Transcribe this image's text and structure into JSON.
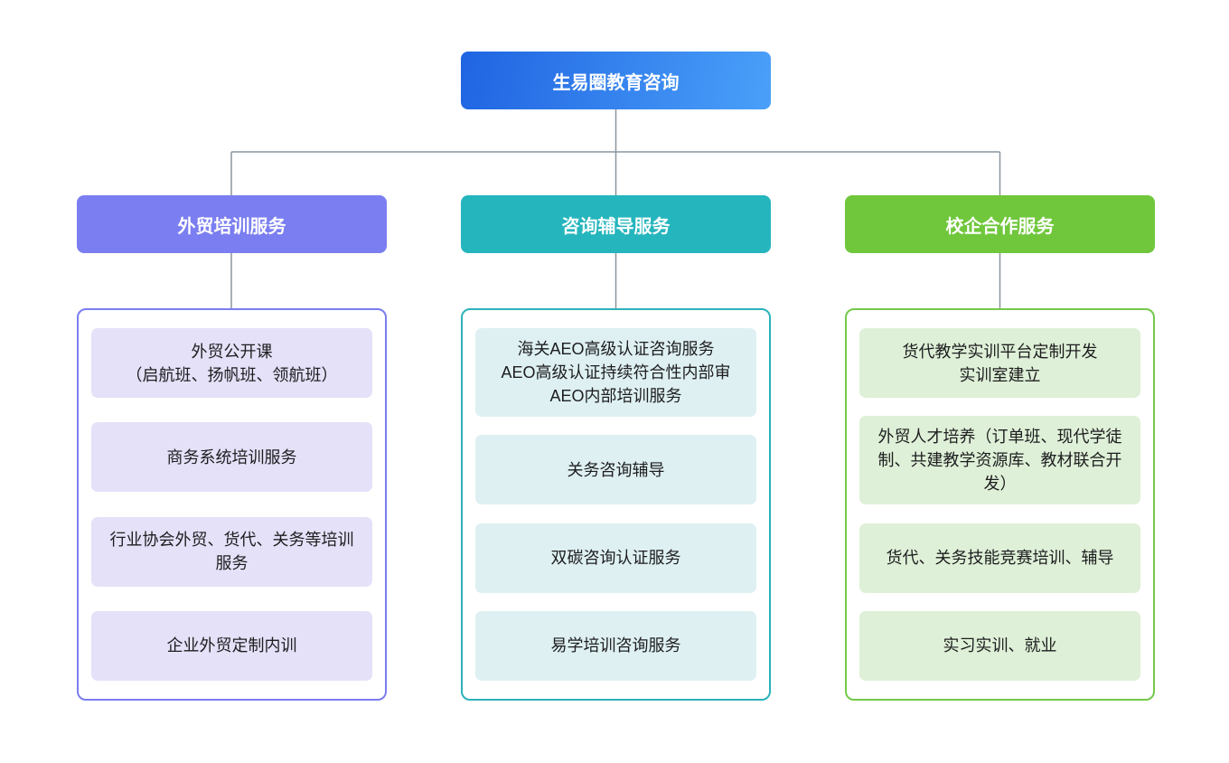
{
  "root": {
    "label": "生易圈教育咨询"
  },
  "branches": [
    {
      "label": "外贸培训服务",
      "items": [
        "外贸公开课\n（启航班、扬帆班、领航班）",
        "商务系统培训服务",
        "行业协会外贸、货代、关务等培训服务",
        "企业外贸定制内训"
      ]
    },
    {
      "label": "咨询辅导服务",
      "items": [
        "海关AEO高级认证咨询服务\nAEO高级认证持续符合性内部审\nAEO内部培训服务",
        "关务咨询辅导",
        "双碳咨询认证服务",
        "易学培训咨询服务"
      ]
    },
    {
      "label": "校企合作服务",
      "items": [
        "货代教学实训平台定制开发\n实训室建立",
        "外贸人才培养（订单班、现代学徒制、共建教学资源库、教材联合开发）",
        "货代、关务技能竞赛培训、辅导",
        "实习实训、就业"
      ]
    }
  ],
  "colors": {
    "root_gradient_start": "#2064e2",
    "root_gradient_end": "#4aa0f9",
    "branch_trade_training": "#7b7ef0",
    "branch_trade_training_light": "#e4e1f8",
    "branch_consulting": "#25b5bd",
    "branch_consulting_light": "#def0f2",
    "branch_school_enterprise": "#70c73c",
    "branch_school_enterprise_light": "#def0d7",
    "connector": "#8b959e",
    "item_text": "#1d1d1f"
  }
}
